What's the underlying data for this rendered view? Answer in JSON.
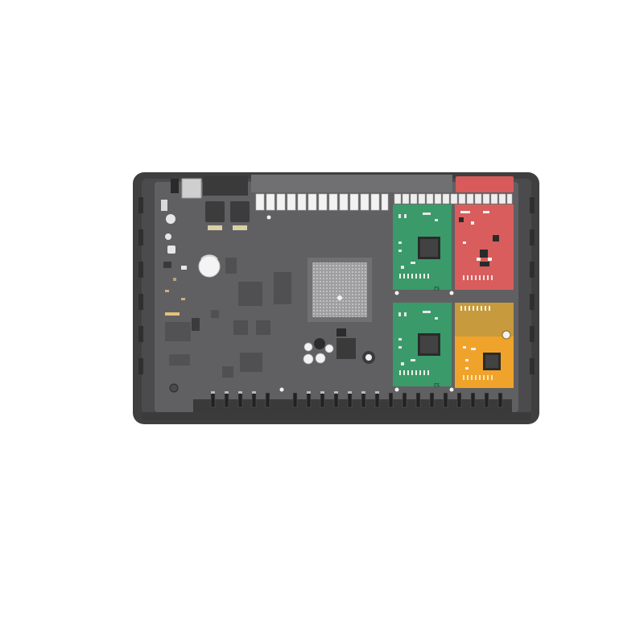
{
  "image": {
    "subject": "circuit-board-in-enclosure",
    "background_color": "#ffffff",
    "enclosure_color": "#3f3f40",
    "board_color": "#606062",
    "modules": [
      {
        "id": "module-top-left",
        "color": "#3a9a6a",
        "label": "S2"
      },
      {
        "id": "module-top-right",
        "color": "#d95d5d",
        "label": ""
      },
      {
        "id": "module-bottom-left",
        "color": "#3a9a6a",
        "label": "S2"
      },
      {
        "id": "module-bottom-right",
        "color": "#f0a32a",
        "label": ""
      }
    ]
  }
}
